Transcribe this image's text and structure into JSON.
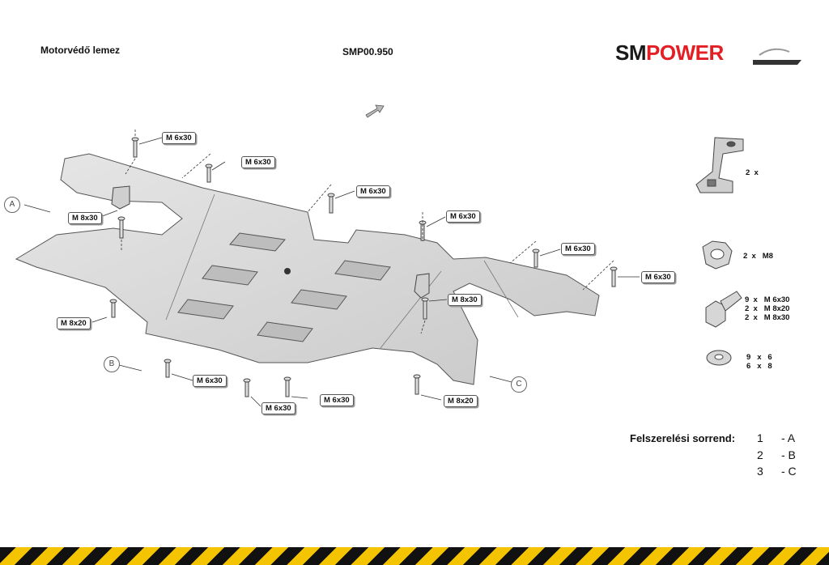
{
  "header": {
    "title": "Motorvédő lemez",
    "code": "SMP00.950",
    "logo_sm": "SM",
    "logo_power": "POWER"
  },
  "labels": {
    "m6x30": "M 6x30",
    "m8x30": "M 8x30",
    "m8x20": "M 8x20"
  },
  "markers": {
    "a": "A",
    "b": "B",
    "c": "C"
  },
  "parts_list": {
    "bracket_qty": "2  x",
    "nut": "2  x   M8",
    "bolts": "9  x   M 6x30\n2  x   M 8x20\n2  x   M 8x30",
    "washers": "9   x   6\n6   x   8"
  },
  "sequence": {
    "title": "Felszerelési sorrend:",
    "steps": [
      {
        "num": "1",
        "letter": "- A"
      },
      {
        "num": "2",
        "letter": "- B"
      },
      {
        "num": "3",
        "letter": "- C"
      }
    ]
  },
  "colors": {
    "brand_red": "#e31e24",
    "stripe_yellow": "#f5c400",
    "plate_gray": "#d9d9d9"
  }
}
